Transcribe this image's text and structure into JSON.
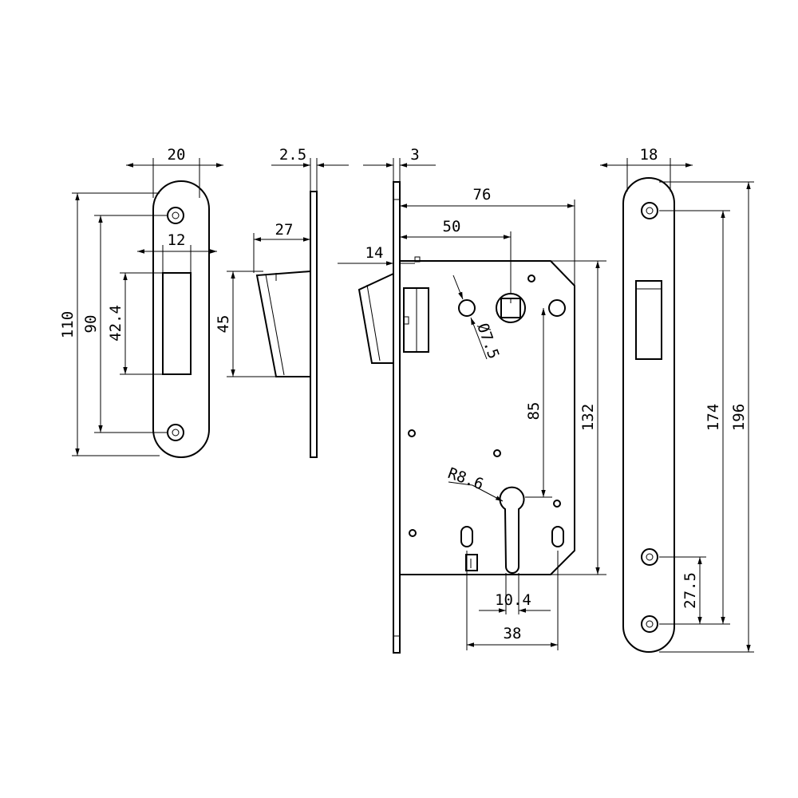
{
  "strike_plate": {
    "width": "20",
    "slot_width": "12",
    "height": "110",
    "hole_spacing": "90",
    "slot_height": "42.4"
  },
  "latch_side_view": {
    "plate_thickness": "2.5",
    "latch_projection": "27",
    "latch_height": "45"
  },
  "lock_body": {
    "faceplate_thickness": "3",
    "case_depth": "76",
    "backset": "50",
    "latch_offset": "14",
    "hole_diameter": "Ø7.5",
    "handle_to_cylinder": "85",
    "case_height": "132",
    "cylinder_radius": "R8.6",
    "slot_width": "10.4",
    "screw_spacing": "38"
  },
  "faceplate": {
    "width": "18",
    "screw_spacing": "174",
    "height": "196",
    "edge_offset": "27.5"
  }
}
